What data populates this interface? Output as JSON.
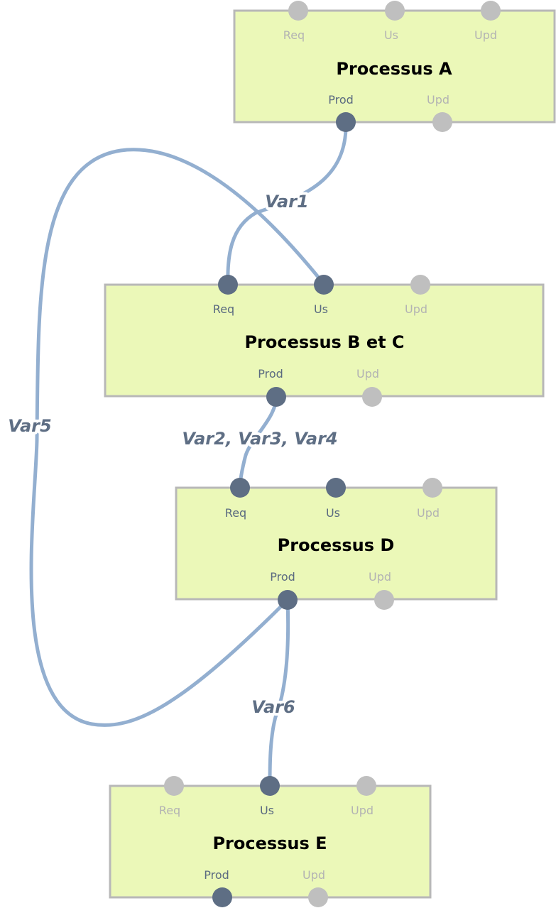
{
  "colors": {
    "box_fill": "#ebf8b8",
    "box_stroke": "#b8b8b8",
    "edge": "#93afd0",
    "port_active": "#5e6e84",
    "port_inactive": "#bfbfbf"
  },
  "nodes": {
    "a": {
      "title": "Processus A",
      "ports": {
        "req": "Req",
        "us": "Us",
        "upd_top": "Upd",
        "prod": "Prod",
        "upd_bottom": "Upd"
      }
    },
    "bc": {
      "title": "Processus B et C",
      "ports": {
        "req": "Req",
        "us": "Us",
        "upd_top": "Upd",
        "prod": "Prod",
        "upd_bottom": "Upd"
      }
    },
    "d": {
      "title": "Processus D",
      "ports": {
        "req": "Req",
        "us": "Us",
        "upd_top": "Upd",
        "prod": "Prod",
        "upd_bottom": "Upd"
      }
    },
    "e": {
      "title": "Processus E",
      "ports": {
        "req": "Req",
        "us": "Us",
        "upd_top": "Upd",
        "prod": "Prod",
        "upd_bottom": "Upd"
      }
    }
  },
  "edges": {
    "var1": {
      "label": "Var1",
      "from": "Processus A · Prod",
      "to": "Processus B et C · Req"
    },
    "var234": {
      "label": "Var2, Var3, Var4",
      "from": "Processus B et C · Prod",
      "to": "Processus D · Req"
    },
    "var5": {
      "label": "Var5",
      "from": "Processus D · Prod",
      "to": "Processus B et C · Us"
    },
    "var6": {
      "label": "Var6",
      "from": "Processus D · Prod",
      "to": "Processus E · Us"
    }
  }
}
